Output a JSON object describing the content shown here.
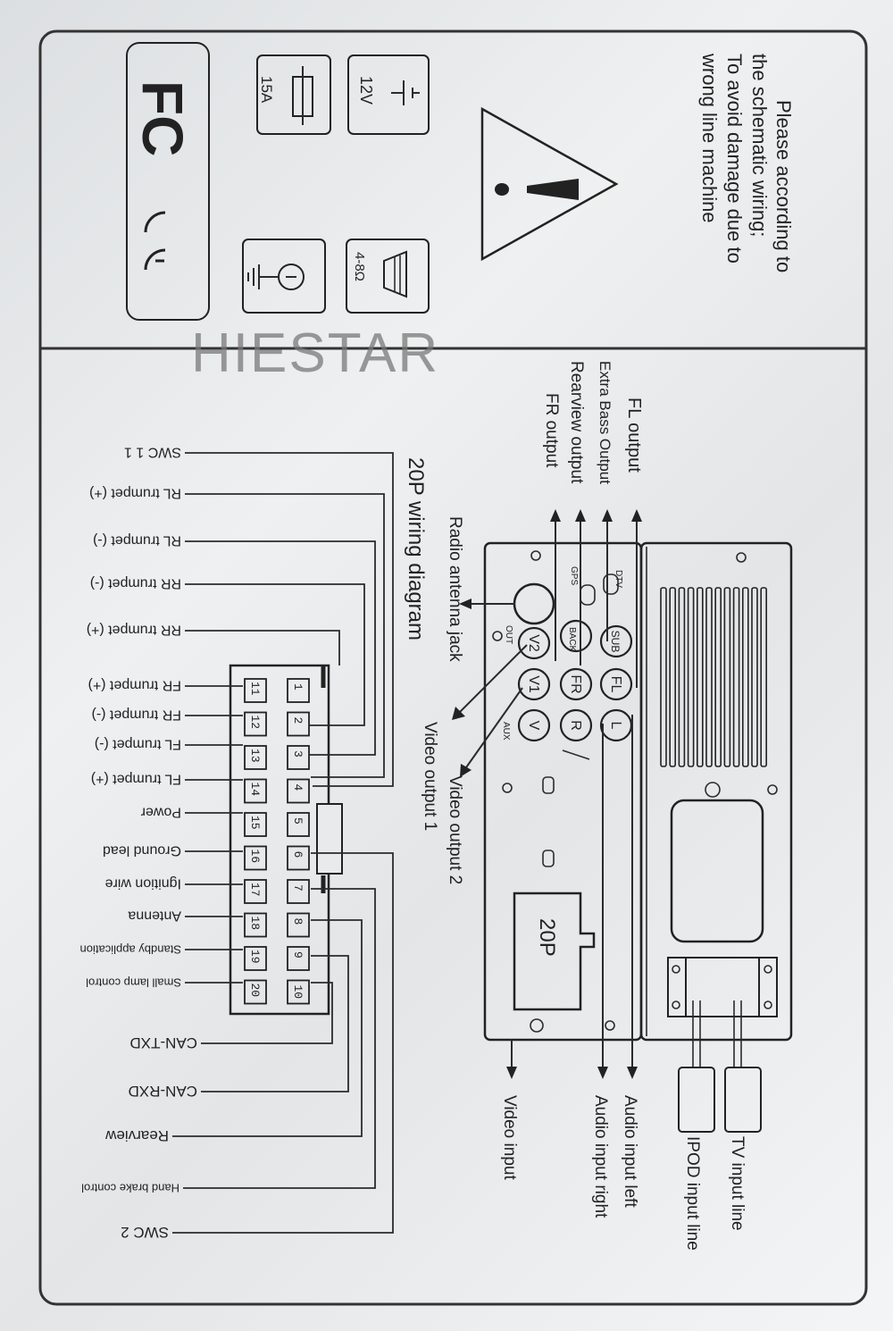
{
  "warning": {
    "line1": "Please according to",
    "line2": "the schematic wiring;",
    "line3": "To avoid damage due to",
    "line4": "wrong line machine"
  },
  "specs": {
    "voltage": "12V",
    "fuse": "15A",
    "impedance": "4-8Ω"
  },
  "certs": {
    "fc": "FC",
    "ce": "CE"
  },
  "watermark": "HIESTAR",
  "title": "20P wiring diagram",
  "connector_label": "20P",
  "pins_row1": [
    "1",
    "2",
    "3",
    "4",
    "5",
    "6",
    "7",
    "8",
    "9",
    "10"
  ],
  "pins_row2": [
    "11",
    "12",
    "13",
    "14",
    "15",
    "16",
    "17",
    "18",
    "19",
    "20"
  ],
  "wires": {
    "w1": "SWC 1 1",
    "w2": "RL trumpet (+)",
    "w3": "RL trumpet (-)",
    "w4": "RR trumpet (-)",
    "w5": "RR trumpet (+)",
    "w6": "FR trumpet (+)",
    "w7": "FR trumpet (-)",
    "w8": "FL trumpet (-)",
    "w9": "FL trumpet (+)",
    "w10": "Power",
    "w11": "Ground lead",
    "w12": "Ignition wire",
    "w13": "Antenna",
    "w14": "Standby application",
    "w15": "Small lamp control",
    "w16": "CAN-TXD",
    "w17": "CAN-RXD",
    "w18": "Rearview",
    "w19": "Hand brake control",
    "w20": "SWC 2"
  },
  "outputs": {
    "fl": "FL output",
    "bass": "Extra Bass Output",
    "rear": "Rearview output",
    "fr": "FR output"
  },
  "jack_labels": {
    "radio": "Radio antenna jack",
    "v2": "Video output 2",
    "v1": "Video output 1"
  },
  "inputs": {
    "alin": "Audio input left",
    "arin": "Audio input right",
    "vin": "Video input",
    "tv": "TV input line",
    "ipod": "IPOD input line"
  },
  "ports": {
    "dtv": "DTV",
    "gps": "GPS",
    "sub": "SUB",
    "back": "BACK",
    "out": "OUT",
    "aux": "AUX",
    "p_fl": "FL",
    "p_l": "L",
    "p_fr": "FR",
    "p_r": "R",
    "p_v2": "V2",
    "p_v1": "V1",
    "p_v": "V"
  }
}
